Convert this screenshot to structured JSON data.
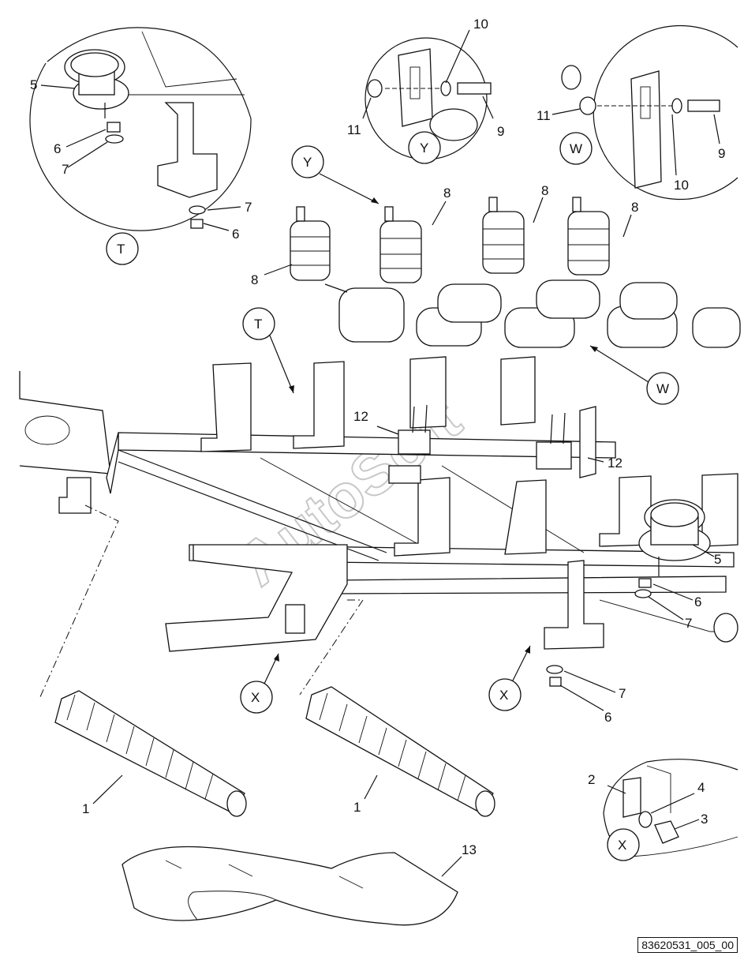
{
  "callouts": {
    "n1": "1",
    "n2": "2",
    "n3": "3",
    "n4": "4",
    "n5": "5",
    "n6": "6",
    "n7": "7",
    "n8": "8",
    "n9": "9",
    "n10": "10",
    "n11": "11",
    "n12": "12",
    "n13": "13"
  },
  "views": {
    "t": "T",
    "w": "W",
    "x": "X",
    "y": "Y"
  },
  "watermark": "AutoSoft",
  "drawing_code": "83620531_005_00"
}
